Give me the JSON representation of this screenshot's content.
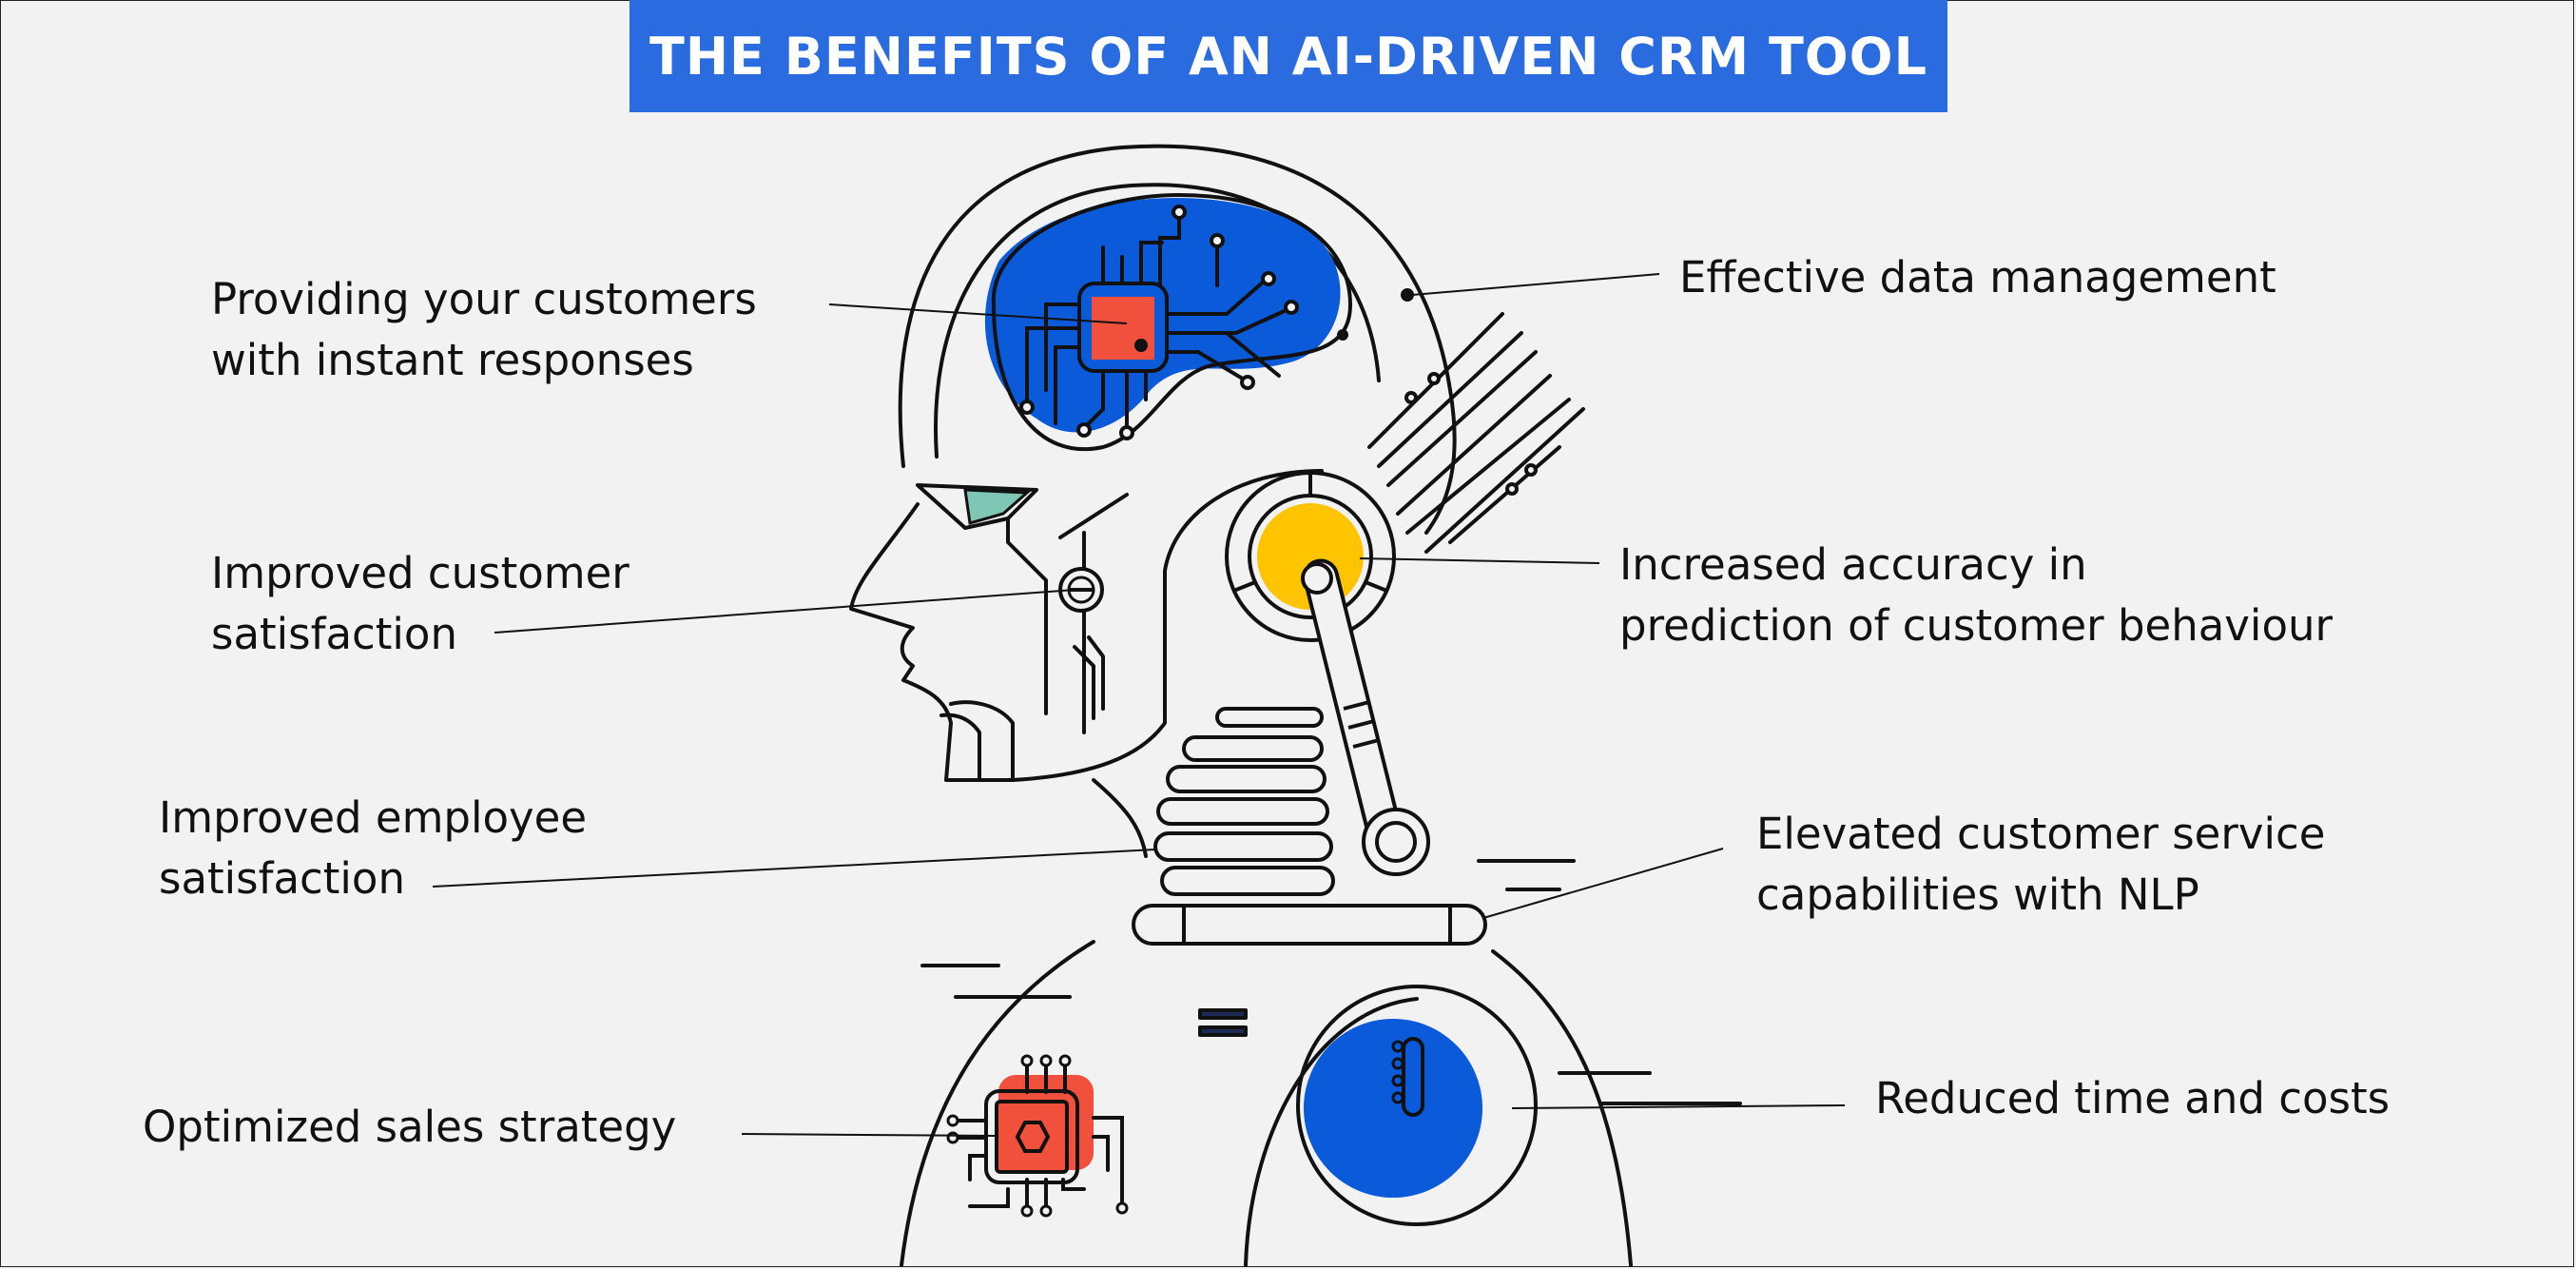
{
  "title": "THE BENEFITS OF AN AI-DRIVEN CRM TOOL",
  "colors": {
    "banner": "#2a6be0",
    "brain_blue": "#0b5ad9",
    "chip_red": "#f0503c",
    "eye_yellow": "#ffc400",
    "visor_teal": "#7fc6b5",
    "line": "#111111",
    "background": "#f2f2f2"
  },
  "benefits": {
    "instant_responses": [
      "Providing your customers",
      "with instant responses"
    ],
    "data_management": [
      "Effective data management"
    ],
    "customer_satisfaction": [
      "Improved customer",
      "satisfaction"
    ],
    "prediction_accuracy": [
      "Increased accuracy in",
      "prediction of customer behaviour"
    ],
    "employee_satisfaction": [
      "Improved employee",
      "satisfaction"
    ],
    "nlp_service": [
      "Elevated customer service",
      "capabilities with NLP"
    ],
    "sales_strategy": [
      "Optimized sales strategy"
    ],
    "time_costs": [
      "Reduced time and costs"
    ]
  },
  "icons": {
    "brain": "circuit-brain-icon",
    "chest_chip": "cpu-chip-icon",
    "ear": "robot-ear-icon",
    "shoulder": "shoulder-joint-icon"
  }
}
